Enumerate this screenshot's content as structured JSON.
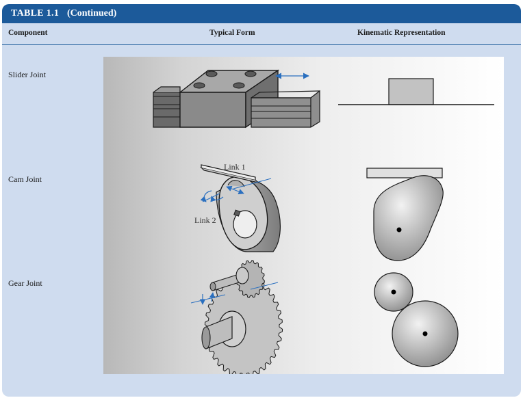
{
  "table": {
    "number": "TABLE 1.1",
    "continued": "(Continued)"
  },
  "headers": {
    "component": "Component",
    "typical_form": "Typical Form",
    "kinematic": "Kinematic Representation"
  },
  "rows": [
    {
      "component": "Slider Joint"
    },
    {
      "component": "Cam Joint",
      "labels": [
        "Link 1",
        "Link 2"
      ]
    },
    {
      "component": "Gear Joint"
    }
  ],
  "colors": {
    "title_bar": "#1c5a9a",
    "panel": "#cfdcef",
    "arrow": "#2a6fbf"
  }
}
